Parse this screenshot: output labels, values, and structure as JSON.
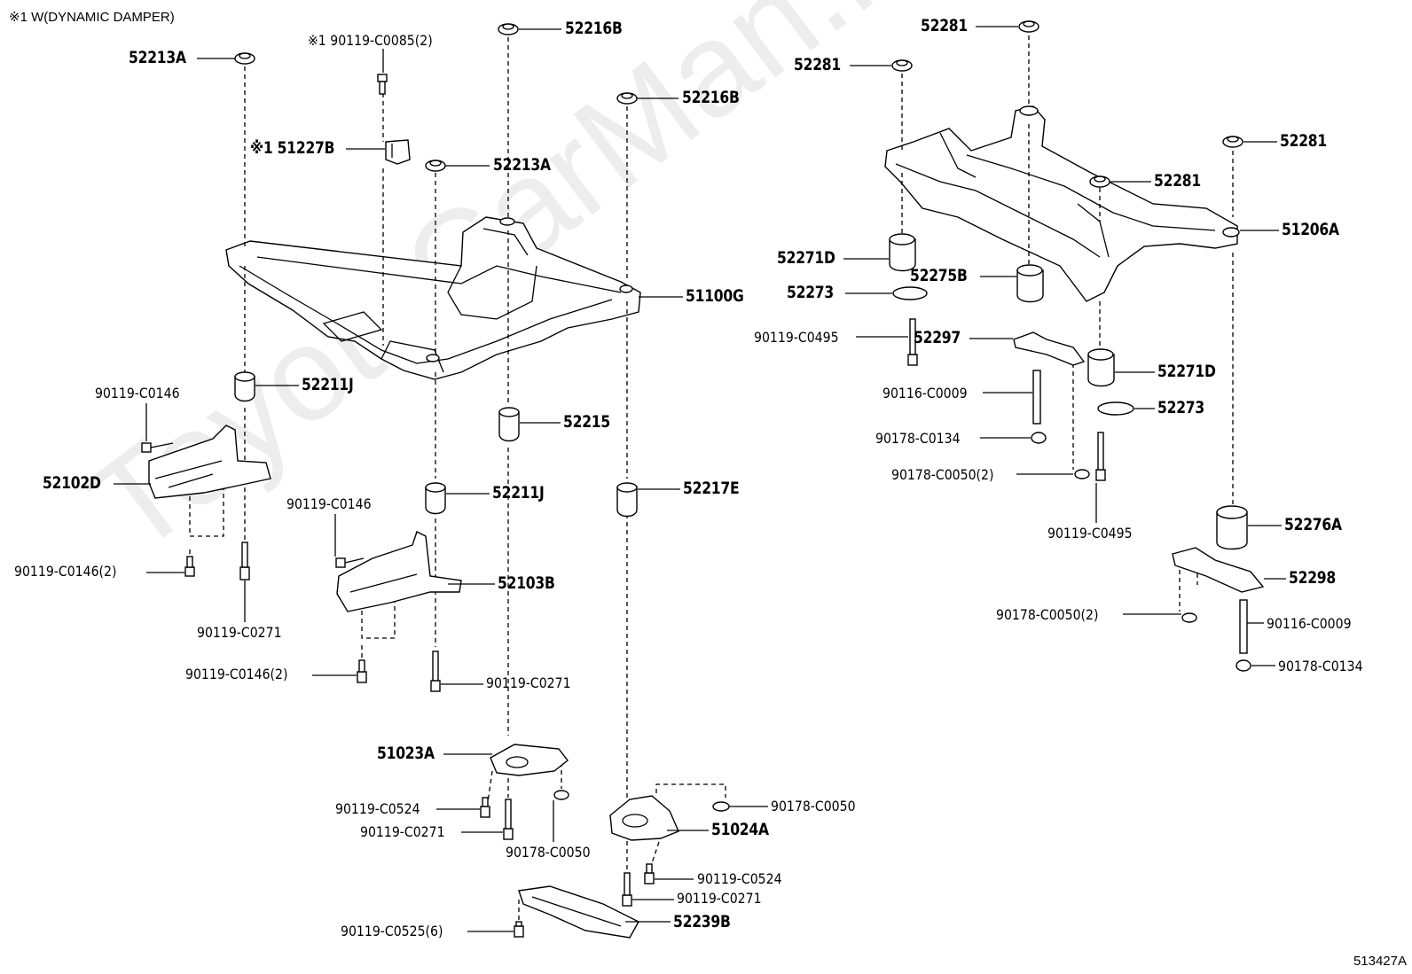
{
  "note": "※1 W(DYNAMIC DAMPER)",
  "diagram_code": "513427A",
  "watermark": "ToyotaCarMan.ru",
  "labels": {
    "l52213A_1": "52213A",
    "l90119C0085": "※1 90119-C0085(2)",
    "l52216B_1": "52216B",
    "l52216B_2": "52216B",
    "l51227B": "※1 51227B",
    "l52213A_2": "52213A",
    "l51100G": "51100G",
    "l52211J_1": "52211J",
    "l90119C0146_1": "90119-C0146",
    "l52215": "52215",
    "l52102D": "52102D",
    "l52211J_2": "52211J",
    "l52217E": "52217E",
    "l90119C0146_2": "90119-C0146",
    "l90119C0146x2_1": "90119-C0146(2)",
    "l52103B": "52103B",
    "l90119C0271_1": "90119-C0271",
    "l90119C0146x2_2": "90119-C0146(2)",
    "l90119C0271_2": "90119-C0271",
    "l51023A": "51023A",
    "l90119C0524_1": "90119-C0524",
    "l90119C0271_3": "90119-C0271",
    "l90178C0050_1": "90178-C0050",
    "l90178C0050_2": "90178-C0050",
    "l51024A": "51024A",
    "l90119C0524_2": "90119-C0524",
    "l90119C0271_4": "90119-C0271",
    "l90119C0525": "90119-C0525(6)",
    "l52239B": "52239B",
    "l52281_1": "52281",
    "l52281_2": "52281",
    "l52281_3": "52281",
    "l52281_4": "52281",
    "l51206A": "51206A",
    "l52271D_1": "52271D",
    "l52275B": "52275B",
    "l52273_1": "52273",
    "l90119C0495_1": "90119-C0495",
    "l52297": "52297",
    "l52271D_2": "52271D",
    "l90116C0009_1": "90116-C0009",
    "l52273_2": "52273",
    "l90178C0134_1": "90178-C0134",
    "l90178C0050x2_1": "90178-C0050(2)",
    "l90119C0495_2": "90119-C0495",
    "l52276A": "52276A",
    "l52298": "52298",
    "l90178C0050x2_2": "90178-C0050(2)",
    "l90116C0009_2": "90116-C0009",
    "l90178C0134_2": "90178-C0134"
  }
}
